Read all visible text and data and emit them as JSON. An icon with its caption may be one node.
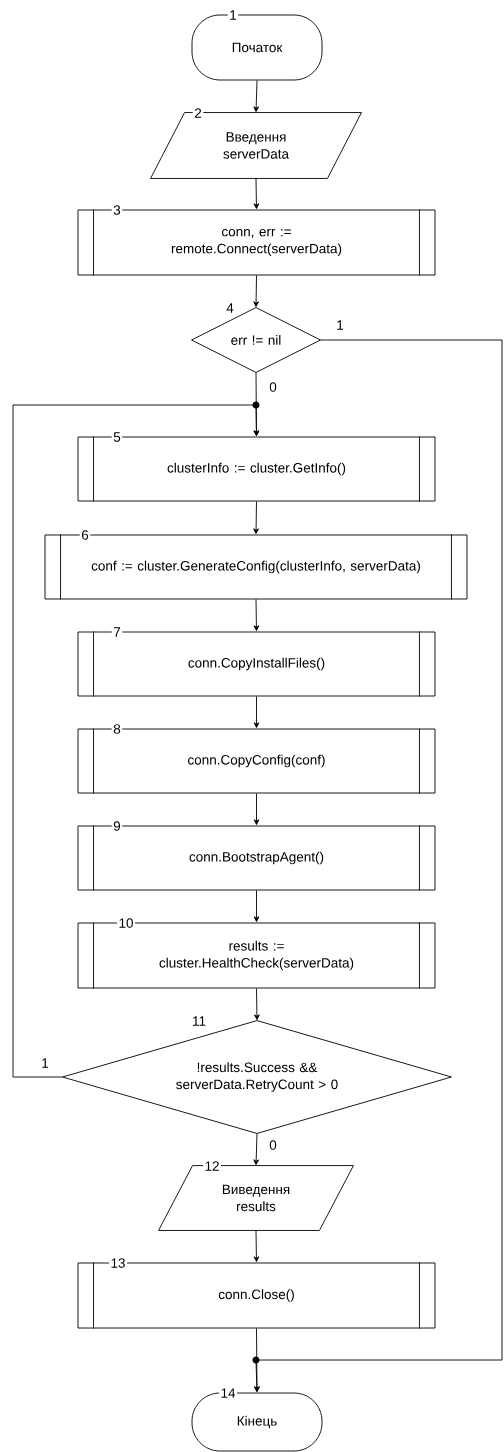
{
  "diagram": {
    "nodes": [
      {
        "text": [
          "1",
          "Початок"
        ]
      },
      {
        "text": [
          "2",
          "Введення serverData"
        ]
      },
      {
        "text": [
          "3",
          "conn, err := remote.Connect(serverData)"
        ]
      },
      {
        "text": [
          "4",
          "err != nil"
        ]
      },
      {
        "text": [
          "5",
          "clusterInfo := cluster.GetInfo()"
        ]
      },
      {
        "text": [
          "6",
          "conf := cluster.GenerateConfig(clusterInfo, serverData)"
        ]
      },
      {
        "text": [
          "7",
          "conn.CopyInstallFiles()"
        ]
      },
      {
        "text": [
          "8",
          "conn.CopyConfig(conf)"
        ]
      },
      {
        "text": [
          "9",
          "conn.BootstrapAgent()"
        ]
      },
      {
        "text": [
          "10",
          "results := cluster.HealthCheck(serverData)"
        ]
      },
      {
        "text": [
          "11",
          "!results.Success && serverData.RetryCount > 0"
        ]
      },
      {
        "text": [
          "12",
          "Виведення results"
        ]
      },
      {
        "text": [
          "13",
          "conn.Close()"
        ]
      },
      {
        "text": [
          "14",
          "Кінець"
        ]
      }
    ],
    "edges": [
      {
        "from": 0,
        "to": 1,
        "arrow": "to"
      },
      {
        "from": 1,
        "to": 2,
        "arrow": "to"
      },
      {
        "from": 2,
        "to": 3,
        "arrow": "to"
      },
      {
        "from": 3,
        "to": 4,
        "arrow": "to",
        "label": "0"
      },
      {
        "from": 3,
        "to": 13,
        "arrow": "to",
        "label": "1"
      },
      {
        "from": 4,
        "to": 5,
        "arrow": "to"
      },
      {
        "from": 5,
        "to": 6,
        "arrow": "to"
      },
      {
        "from": 6,
        "to": 7,
        "arrow": "to"
      },
      {
        "from": 7,
        "to": 8,
        "arrow": "to"
      },
      {
        "from": 8,
        "to": 9,
        "arrow": "to"
      },
      {
        "from": 9,
        "to": 10,
        "arrow": "to"
      },
      {
        "from": 10,
        "to": 4,
        "arrow": "to",
        "label": "1"
      },
      {
        "from": 10,
        "to": 11,
        "arrow": "to",
        "label": "0"
      },
      {
        "from": 11,
        "to": 12,
        "arrow": "to"
      },
      {
        "from": 12,
        "to": 13,
        "arrow": "to"
      }
    ]
  }
}
